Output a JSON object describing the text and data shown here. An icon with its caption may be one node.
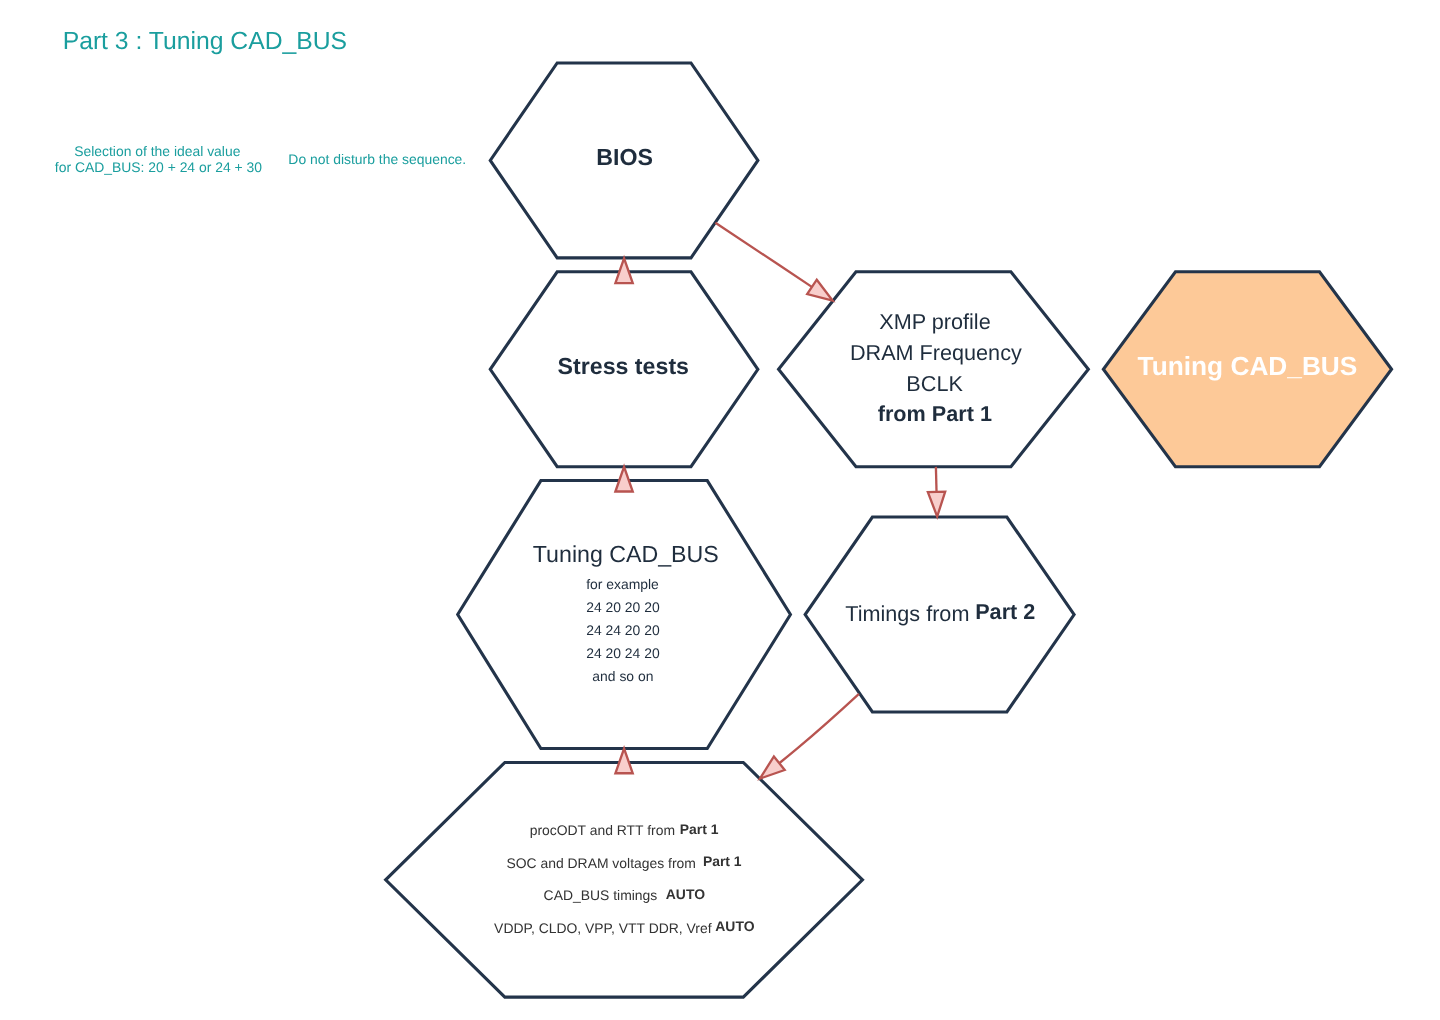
{
  "diagram": {
    "title": "Part 3 : Tuning CAD_BUS",
    "nodes": [
      {
        "text": [
          "BIOS"
        ]
      },
      {
        "text": [
          "Stress tests"
        ]
      },
      {
        "text": [
          "XMP profile",
          "DRAM Frequency",
          "BCLK",
          "from Part 1"
        ]
      },
      {
        "text": [
          "Tuning CAD_BUS"
        ]
      },
      {
        "text": [
          "Tuning CAD_BUS",
          "for example",
          "24 20 20 20",
          "24 24 20 20",
          "24 20 24 20",
          "and so on"
        ]
      },
      {
        "text": [
          "Timings from **Part 2**"
        ]
      },
      {
        "text": [
          "procODT and RTT from **Part 1**",
          "SOC and DRAM voltages from **Part 1**",
          "CAD_BUS timings **AUTO**",
          "VDDP, CLDO, VPP, VTT DDR, Vref **AUTO**"
        ]
      }
    ],
    "edges": [
      {
        "from": 0,
        "to": 2,
        "arrow": "to"
      },
      {
        "from": 2,
        "to": 5,
        "arrow": "to"
      },
      {
        "from": 5,
        "to": 6,
        "arrow": "to"
      },
      {
        "from": 6,
        "to": 4,
        "arrow": "to"
      },
      {
        "from": 4,
        "to": 1,
        "arrow": "to"
      },
      {
        "from": 1,
        "to": 0,
        "arrow": "to"
      }
    ],
    "labels": [
      "Selection of the ideal value for CAD_BUS: 20 + 24 or 24 + 30",
      "Do not disturb the sequence."
    ]
  }
}
